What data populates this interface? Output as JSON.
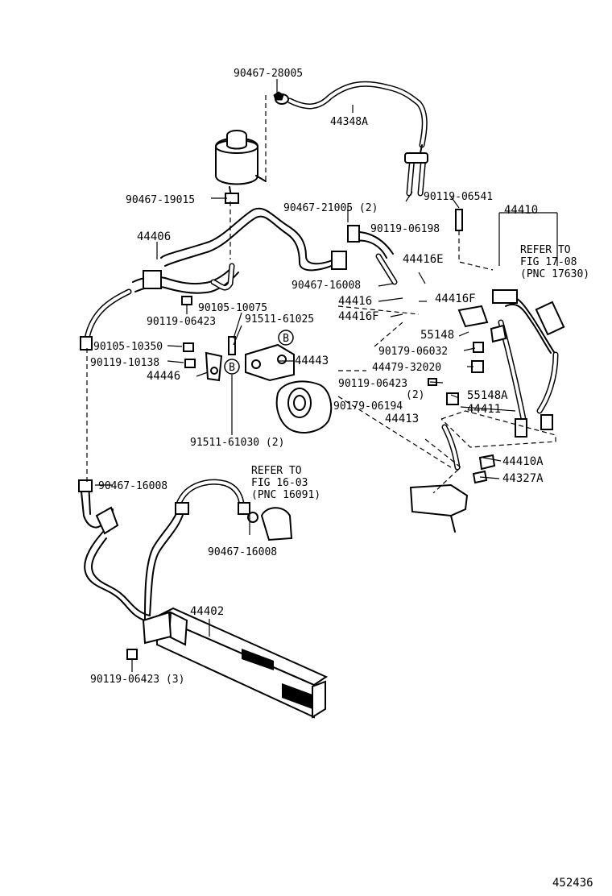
{
  "labels": {
    "p1": "90467-28005",
    "p2": "44348A",
    "p3": "90467-19015",
    "p4": "90467-21005 (2)",
    "p5": "90119-06541",
    "p6": "44410",
    "p7": "90119-06198",
    "p8": "44406",
    "p9": "44416E",
    "p10": "90467-16008",
    "p11": "44416",
    "p12": "44416F",
    "p13": "44416F",
    "p14": "90105-10075",
    "p15": "90119-06423",
    "p16": "91511-61025",
    "p17": "90105-10350",
    "p18": "90119-10138",
    "p19": "44443",
    "p20": "44446",
    "p21": "55148",
    "p22": "90179-06032",
    "p23": "44479-32020",
    "p24": "90119-06423",
    "p25": "(2)",
    "p26": "55148A",
    "p27": "90179-06194",
    "p28": "44411",
    "p29": "44413",
    "p30": "91511-61030 (2)",
    "p31": "44410A",
    "p32": "44327A",
    "p33": "90467-16008",
    "p34": "90467-16008",
    "p35": "44402",
    "p36": "90119-06423 (3)",
    "ref1_line1": "REFER TO",
    "ref1_line2": "FIG 17-08",
    "ref1_line3": "(PNC 17630)",
    "ref2_line1": "REFER TO",
    "ref2_line2": "FIG 16-03",
    "ref2_line3": "(PNC 16091)",
    "callout_b": "B",
    "diagram_id": "452436"
  }
}
